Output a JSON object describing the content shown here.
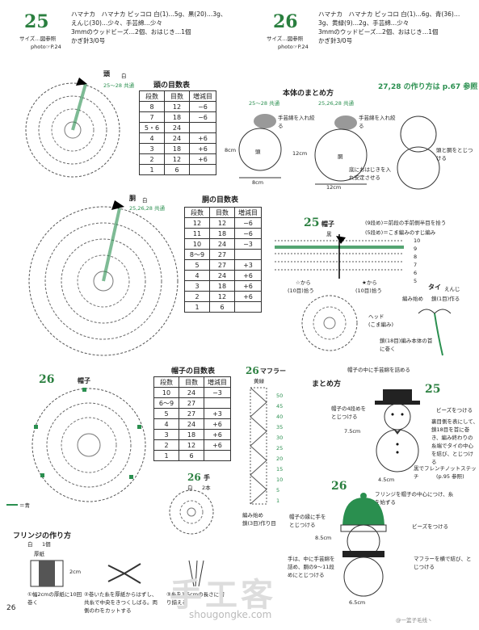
{
  "header": {
    "left": {
      "number": "25",
      "size_label": "サイズ…図参照",
      "photo": "photo☞P.24",
      "materials": [
        "ハマナカ　ハマナカ ピッコロ 白(1)…5g、黒(20)…3g、",
        "えんじ(30)…少々、手芸綿…少々",
        "3mmのウッドビーズ…2個、おはじき…1個",
        "かぎ針3/0号"
      ]
    },
    "right": {
      "number": "26",
      "size_label": "サイズ…図参照",
      "photo": "photo☞P.24",
      "materials": [
        "ハマナカ　ハマナカ ピッコロ 白(1)…6g、青(36)…",
        "3g、黄緑(9)…2g、手芸綿…少々",
        "3mmのウッドビーズ…2個、おはじき…1個",
        "かぎ針3/0号"
      ]
    }
  },
  "head": {
    "title": "頭",
    "color": "白",
    "common": "25〜28 共通",
    "table_title": "頭の目数表",
    "columns": [
      "段数",
      "目数",
      "増減目"
    ],
    "rows": [
      [
        "8",
        "12",
        "−6"
      ],
      [
        "7",
        "18",
        "−6"
      ],
      [
        "5・6",
        "24",
        ""
      ],
      [
        "4",
        "24",
        "+6"
      ],
      [
        "3",
        "18",
        "+6"
      ],
      [
        "2",
        "12",
        "+6"
      ],
      [
        "1",
        "6",
        ""
      ]
    ]
  },
  "body_part": {
    "title": "胴",
    "color": "白",
    "common": "25,26,28 共通",
    "table_title": "胴の目数表",
    "columns": [
      "段数",
      "目数",
      "増減目"
    ],
    "rows": [
      [
        "12",
        "12",
        "−6"
      ],
      [
        "11",
        "18",
        "−6"
      ],
      [
        "10",
        "24",
        "−3"
      ],
      [
        "8〜9",
        "27",
        ""
      ],
      [
        "5",
        "27",
        "+3"
      ],
      [
        "4",
        "24",
        "+6"
      ],
      [
        "3",
        "18",
        "+6"
      ],
      [
        "2",
        "12",
        "+6"
      ],
      [
        "1",
        "6",
        ""
      ]
    ]
  },
  "assembly": {
    "title": "本体のまとめ方",
    "head_label": "25〜28 共通",
    "body_label": "25,26,28 共通",
    "ref": "27,28 の作り方は p.67 参照",
    "stuff_head": "手芸綿を入れ絞る",
    "stuff_body": "手芸綿を入れ絞る",
    "head_name": "頭",
    "body_name": "胴",
    "h8": "8cm",
    "h12": "12cm",
    "w8": "8cm",
    "w12": "12cm",
    "bottom_note": "底におはじきを入れ安定させる",
    "join_note": "頭と胴をとじつける"
  },
  "hat25": {
    "number": "25",
    "title": "帽子",
    "color": "黒",
    "note1": "(9段め)＝前段の手前側半目を拾う",
    "note2": "(5段め)＝こま編みのすじ編み",
    "pick1": "(10目)拾う",
    "pick2": "(10目)拾う",
    "marks": [
      "☆から",
      "★から"
    ],
    "head_label": "ヘッド",
    "head_sub": "(こま編み)",
    "rows": [
      "10",
      "9",
      "8",
      "7",
      "6",
      "5"
    ]
  },
  "tie": {
    "title": "タイ",
    "color": "えんじ",
    "start": "編み始め",
    "chain": "鎖(1目)作る",
    "note": "鎖(18目)編み本体の首に巻く"
  },
  "hat26": {
    "number": "26",
    "title": "帽子",
    "legend": "＝青",
    "table_title": "帽子の目数表",
    "columns": [
      "段数",
      "目数",
      "増減目"
    ],
    "rows": [
      [
        "10",
        "24",
        "−3"
      ],
      [
        "6〜9",
        "27",
        ""
      ],
      [
        "5",
        "27",
        "+3"
      ],
      [
        "4",
        "24",
        "+6"
      ],
      [
        "3",
        "18",
        "+6"
      ],
      [
        "2",
        "12",
        "+6"
      ],
      [
        "1",
        "6",
        ""
      ]
    ]
  },
  "muffler": {
    "number": "26",
    "title": "マフラー",
    "color": "黄緑",
    "rows": [
      "50",
      "45",
      "40",
      "35",
      "30",
      "25",
      "20",
      "15",
      "10",
      "5",
      "1"
    ],
    "start": "編み始め",
    "chain": "鎖(3目)作り目"
  },
  "hand": {
    "number": "26",
    "title": "手",
    "color": "白",
    "count": "2本"
  },
  "fringe": {
    "title": "フリンジの作り方",
    "color": "白",
    "count": "1個",
    "cardboard": "厚紙",
    "size": "2cm",
    "steps": [
      "①幅2cmの厚紙に10回巻く",
      "②巻いた糸を厚紙からはずし、共糸で中央をきつくしばる。両側のわをカットする",
      "③糸を1.5cmの長さに切り揃える"
    ]
  },
  "finish25": {
    "title": "まとめ方",
    "number": "25",
    "hat_note": "帽子の中に手芸綿を詰める",
    "hat_attach": "帽子の4段めをとじつける",
    "beads": "ビーズをつける",
    "height": "7.5cm",
    "width": "4.5cm",
    "tie_note": "裏目側を表にして、鎖18目を首に巻き、編み終わりの糸端でタイの中心を結び、とじつける",
    "french": "黒でフレンチノットステッチ",
    "ref": "(p.95 参照)"
  },
  "finish26": {
    "number": "26",
    "fringe_note": "フリンジを帽子の中心につけ、糸を始ずる",
    "hat_attach": "帽子の縁に手をとじつける",
    "beads": "ビーズをつける",
    "height": "8.5cm",
    "width": "6.5cm",
    "hand_note": "手は、中に手芸綿を詰め、胴の9〜11段めにとじつける",
    "muffler_note": "マフラーを横で結び、とじつける"
  },
  "footer": {
    "page": "26",
    "watermark": "手工客",
    "site": "shougongke.com",
    "credit": "@一篮子毛线丶"
  },
  "colors": {
    "accent": "#2a8f4f",
    "ink": "#222222"
  }
}
